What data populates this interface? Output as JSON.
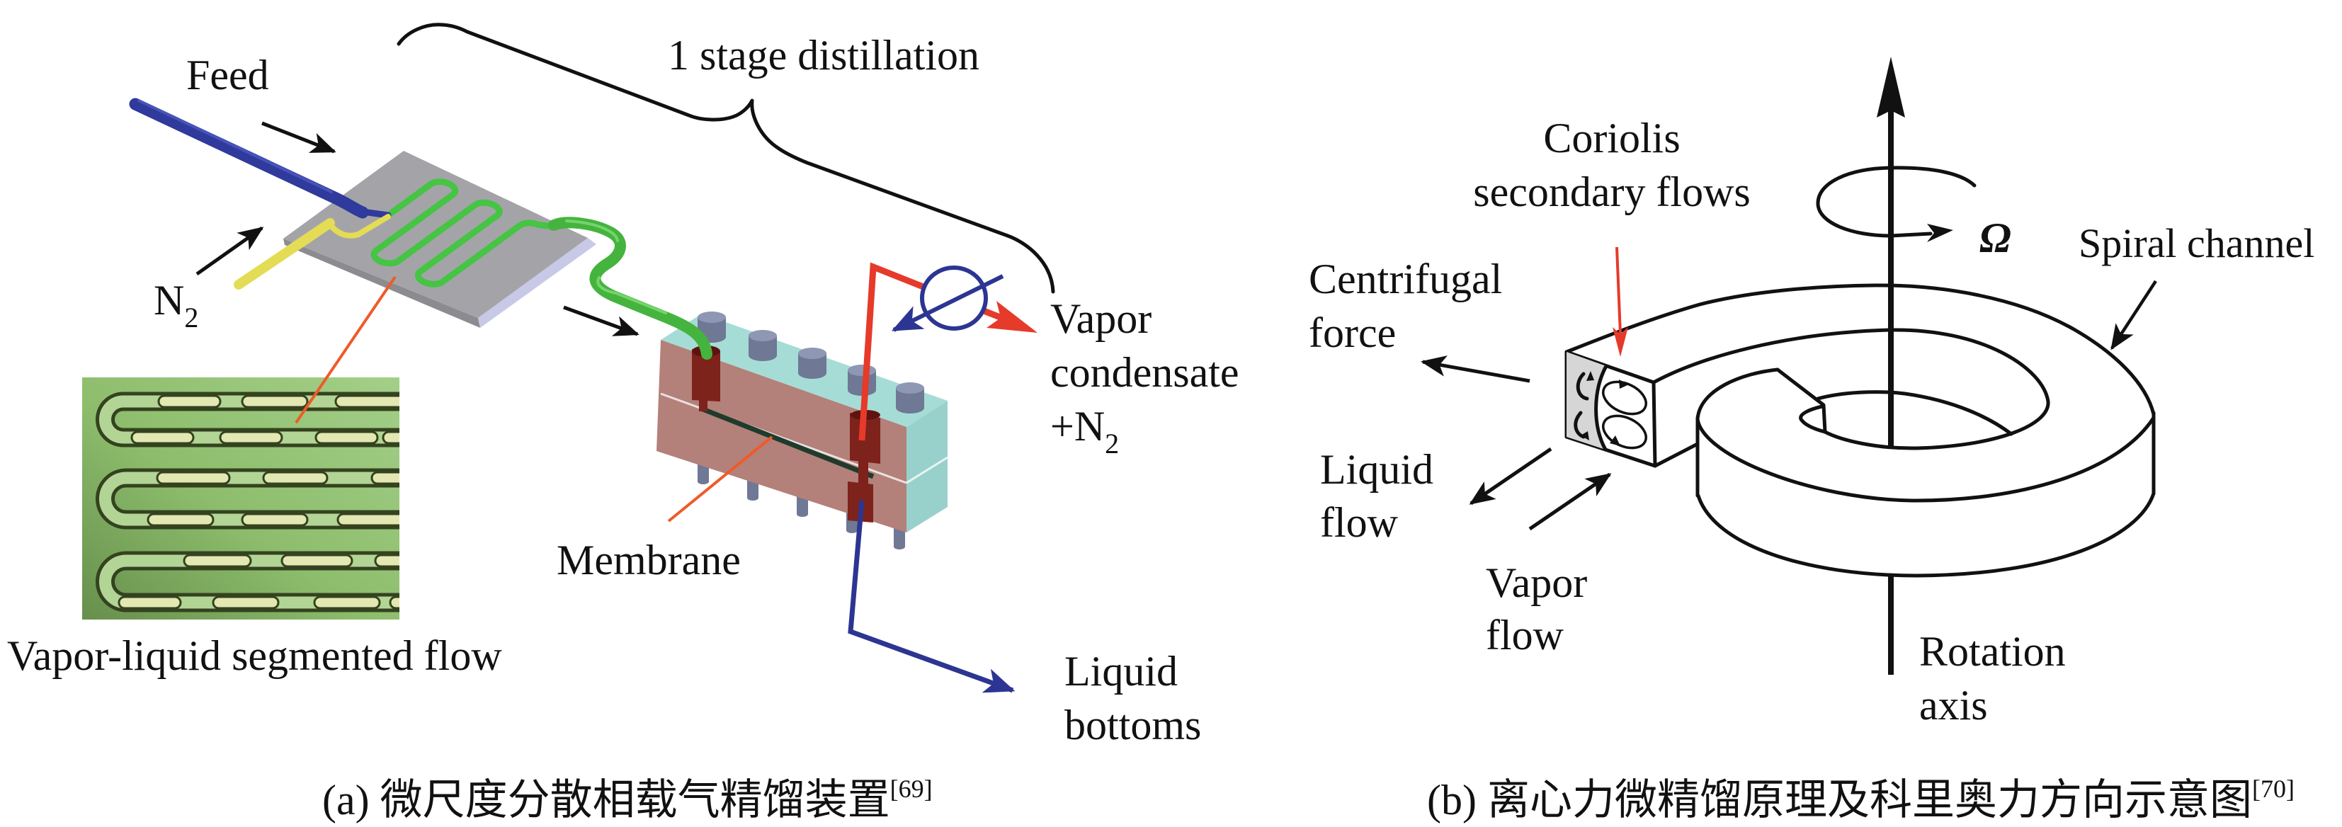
{
  "panel_a": {
    "stage_label": "1 stage distillation",
    "feed_label": "Feed",
    "n2_label": {
      "main": "N",
      "sub": "2"
    },
    "vapor_condensate_label": {
      "line1": "Vapor",
      "line2": "condensate",
      "line3_main": "+N",
      "line3_sub": "2"
    },
    "membrane_label": "Membrane",
    "liquid_bottoms_label": {
      "line1": "Liquid",
      "line2": "bottoms"
    },
    "segmented_flow_label": "Vapor-liquid segmented flow",
    "caption": {
      "text": "(a) 微尺度分散相载气精馏装置",
      "ref": "[69]"
    }
  },
  "panel_b": {
    "coriolis_label": {
      "line1": "Coriolis",
      "line2": "secondary flows"
    },
    "centrifugal_label": {
      "line1": "Centrifugal",
      "line2": "force"
    },
    "liquid_flow_label": {
      "line1": "Liquid",
      "line2": "flow"
    },
    "vapor_flow_label": {
      "line1": "Vapor",
      "line2": "flow"
    },
    "omega_label": "Ω",
    "spiral_channel_label": "Spiral channel",
    "rotation_axis_label": {
      "line1": "Rotation",
      "line2": "axis"
    },
    "caption": {
      "text": "(b) 离心力微精馏原理及科里奥力方向示意图",
      "ref": "[70]"
    }
  },
  "colors": {
    "feed_tube": "#2f3a9c",
    "n2_tube": "#e4dc55",
    "channel_green": "#46c444",
    "outlet_tube_green": "#45b43e",
    "chip_plate": "#a4a4a8",
    "chip_side": "#c8c9e6",
    "vapor_line_red": "#e63a2a",
    "liquid_line_blue": "#2d3592",
    "pointer_orange": "#f05a28",
    "module_front": "#b4807a",
    "module_top": "#a6dcd6",
    "module_port": "#7e221c",
    "membrane": "#1f3b2c",
    "bolt": "#6f7894",
    "coriolis_arrow_red": "#e53a2a"
  }
}
